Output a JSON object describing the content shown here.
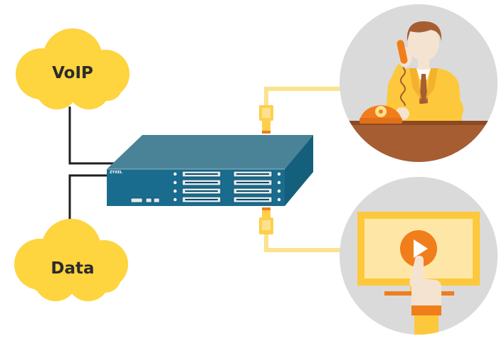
{
  "clouds": {
    "voip": {
      "label": "VoIP"
    },
    "data": {
      "label": "Data"
    }
  },
  "device": {
    "brand": "ZYXEL"
  },
  "colors": {
    "cloud": "#fed43f",
    "line": "#1f1f1f",
    "cable": "#fde28e",
    "connector": "#fecf4b",
    "accent_orange": "#f07e1b",
    "switch_top": "#4a8297",
    "switch_front": "#1a6c8e",
    "circle_bg": "#dadada",
    "desk": "#a65d32",
    "monitor_frame": "#fdc83b",
    "monitor_screen": "#fee7a6"
  },
  "icons": {
    "phone_user": "person-on-phone-icon",
    "video": "video-play-screen-icon"
  }
}
